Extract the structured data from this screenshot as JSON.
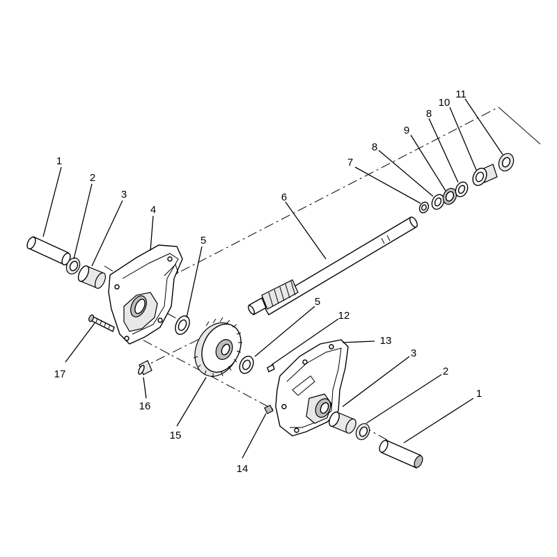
{
  "callouts": [
    {
      "label": "1"
    },
    {
      "label": "2"
    },
    {
      "label": "3"
    },
    {
      "label": "4"
    },
    {
      "label": "5"
    },
    {
      "label": "6"
    },
    {
      "label": "7"
    },
    {
      "label": "8"
    },
    {
      "label": "9"
    },
    {
      "label": "8"
    },
    {
      "label": "10"
    },
    {
      "label": "11"
    },
    {
      "label": "5"
    },
    {
      "label": "12"
    },
    {
      "label": "13"
    },
    {
      "label": "3"
    },
    {
      "label": "2"
    },
    {
      "label": "1"
    },
    {
      "label": "17"
    },
    {
      "label": "16"
    },
    {
      "label": "15"
    },
    {
      "label": "14"
    }
  ]
}
